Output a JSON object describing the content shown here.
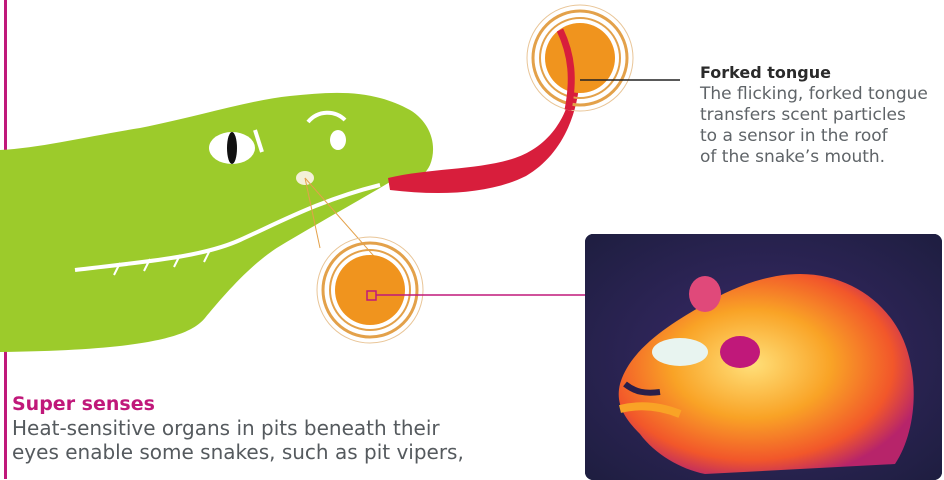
{
  "labels": {
    "forked_tongue": {
      "title": "Forked tongue",
      "lines": [
        "The flicking, forked tongue",
        "transfers scent particles",
        "to a sensor in the roof",
        "of the snake’s mouth."
      ]
    },
    "super_senses": {
      "title": "Super senses",
      "lines": [
        "Heat-sensitive organs in pits beneath their",
        "eyes enable some snakes, such as pit vipers,"
      ]
    }
  },
  "colors": {
    "snake_green": "#9ccb2b",
    "tongue_red": "#d81e3c",
    "focus_orange": "#f0941e",
    "ring_orange": "#e3a14a",
    "leader_line": "#c0187a",
    "accent_magenta": "#c0187a"
  },
  "icons": {
    "pit_marker": "square-outline-icon"
  }
}
